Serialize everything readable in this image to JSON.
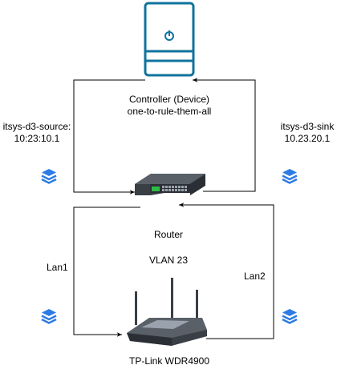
{
  "controller": {
    "line1": "Controller (Device)",
    "line2": "one-to-rule-them-all",
    "icon": "server-tower-icon"
  },
  "source": {
    "line1": "itsys-d3-source:",
    "line2": "10:23:10.1"
  },
  "sink": {
    "line1": "itsys-d3-sink",
    "line2": "10.23.20.1"
  },
  "switch": {
    "icon": "network-switch-icon"
  },
  "router": {
    "label": "Router",
    "vlan": "VLAN 23"
  },
  "links": {
    "lan1": "Lan1",
    "lan2": "Lan2"
  },
  "wifi_router": {
    "label": "TP-Link WDR4900",
    "icon": "wireless-router-icon"
  },
  "layer_icon": {
    "name": "stacked-layers-icon",
    "color": "#2d7be5"
  },
  "colors": {
    "line": "#000000",
    "server_stroke": "#10739e"
  }
}
